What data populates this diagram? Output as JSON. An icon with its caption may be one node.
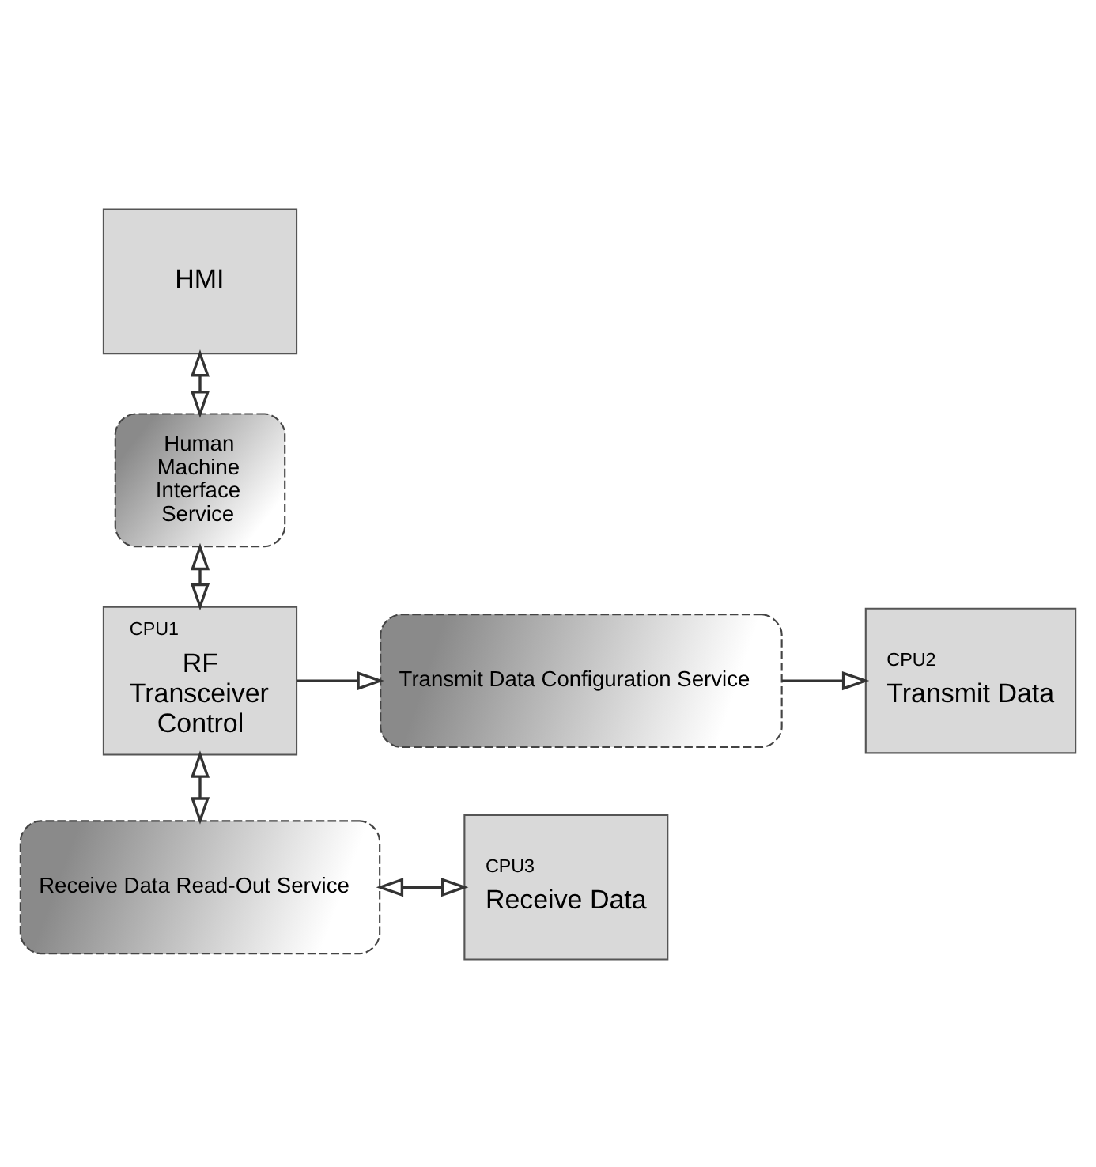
{
  "diagram": {
    "nodes": [
      {
        "text": [
          "HMI"
        ]
      },
      {
        "text": [
          "Human Machine Interface Service"
        ]
      },
      {
        "text": [
          "CPU1",
          "RF Transceiver Control"
        ]
      },
      {
        "text": [
          "Transmit Data Configuration Service"
        ]
      },
      {
        "text": [
          "CPU2",
          "Transmit Data"
        ]
      },
      {
        "text": [
          "Receive Data Read-Out Service"
        ]
      },
      {
        "text": [
          "CPU3",
          "Receive Data"
        ]
      }
    ],
    "edges": [
      {
        "from": 0,
        "to": 1,
        "arrow": "both"
      },
      {
        "from": 1,
        "to": 2,
        "arrow": "both"
      },
      {
        "from": 2,
        "to": 3,
        "arrow": "to"
      },
      {
        "from": 3,
        "to": 4,
        "arrow": "to"
      },
      {
        "from": 2,
        "to": 5,
        "arrow": "both"
      },
      {
        "from": 5,
        "to": 6,
        "arrow": "both"
      }
    ]
  }
}
